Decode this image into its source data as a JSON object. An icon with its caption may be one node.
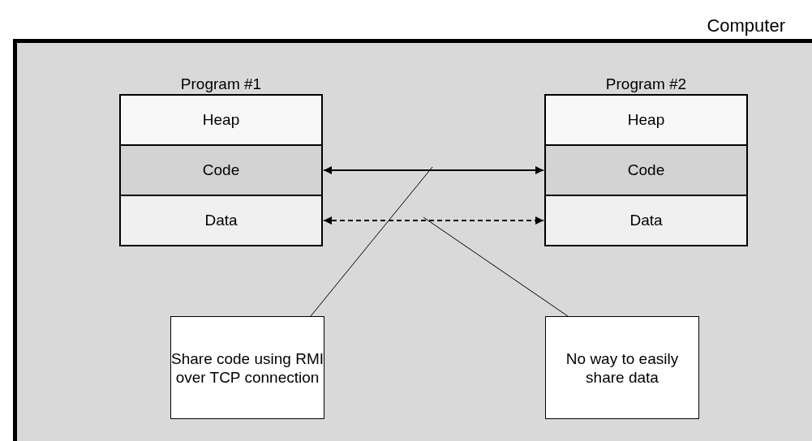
{
  "diagram": {
    "nodes": [
      {
        "text": [
          "Computer"
        ]
      },
      {
        "text": [
          "Program #1"
        ],
        "in": 0
      },
      {
        "text": [
          "Heap"
        ],
        "in": 1
      },
      {
        "text": [
          "Code"
        ],
        "in": 1
      },
      {
        "text": [
          "Data"
        ],
        "in": 1
      },
      {
        "text": [
          "Program #2"
        ],
        "in": 0
      },
      {
        "text": [
          "Heap"
        ],
        "in": 5
      },
      {
        "text": [
          "Code"
        ],
        "in": 5
      },
      {
        "text": [
          "Data"
        ],
        "in": 5
      },
      {
        "text": [
          "Share code using RMI over TCP connection"
        ],
        "in": 0
      },
      {
        "text": [
          "No way to easily share data"
        ],
        "in": 0
      }
    ],
    "edges": [
      {
        "from": 3,
        "to": 7,
        "arrow": "both"
      },
      {
        "from": 4,
        "to": 8,
        "arrow": "both",
        "style": "dashed"
      },
      {
        "from": 9,
        "to": null,
        "arrow": "none"
      },
      {
        "from": 10,
        "to": null,
        "arrow": "none"
      }
    ]
  }
}
